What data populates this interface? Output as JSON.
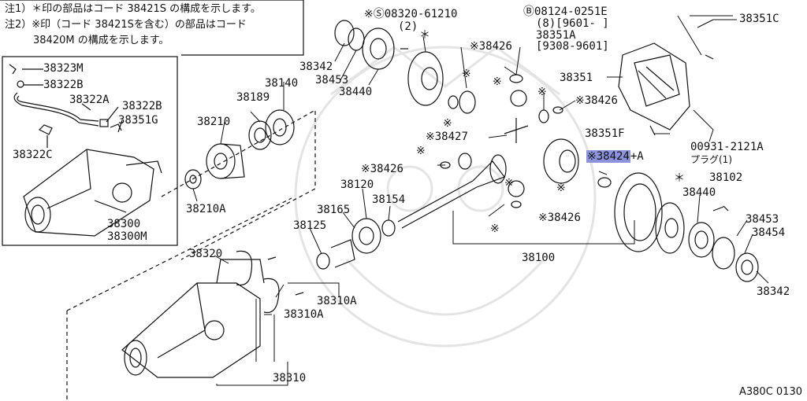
{
  "notes": {
    "line1": "注1）＊印の部品はコード 38421S の構成を示します。",
    "line2": "注2）※印（コード 38421Sを含む）の部品はコード",
    "line3": "38420M の構成を示します。"
  },
  "labels": {
    "p38323M": "38323M",
    "p38322B_a": "38322B",
    "p38322A": "38322A",
    "p38322B_b": "38322B",
    "p38351G": "38351G",
    "p38322C": "38322C",
    "p38300": "38300",
    "p38300M": "38300M",
    "p38342_l": "38342",
    "p38453_l": "38453",
    "p38440_l": "38440",
    "bolt_a": "※Ⓢ08320-61210",
    "bolt_a_qty": "(2)",
    "star_top": "＊",
    "bolt_b": "Ⓑ08124-0251E",
    "bolt_b_l2": "(8)[9601-     ]",
    "bolt_b_l3": "38351A",
    "bolt_b_l4": "[9308-9601]",
    "p38351C": "38351C",
    "p38351": "38351",
    "p38426_a": "※38426",
    "p38426_b": "※38426",
    "p38426_c": "※38426",
    "p38426_d": "※38426",
    "p38351F": "38351F",
    "p38427": "※38427",
    "p38424": "※38424",
    "p38424_suffix": "+A",
    "p00931": "00931-2121A",
    "plug": "プラグ(1)",
    "p38140": "38140",
    "p38189": "38189",
    "p38210": "38210",
    "p38210A": "38210A",
    "p38120": "38120",
    "p38154": "38154",
    "p38165": "38165",
    "p38125": "38125",
    "p38100": "38100",
    "p38102": "38102",
    "star_r": "＊",
    "p38440_r": "38440",
    "p38453_r": "38453",
    "p38454": "38454",
    "p38342_r": "38342",
    "p38320": "38320",
    "p38310A_a": "38310A",
    "p38310A_b": "38310A",
    "p38310": "38310",
    "kome1": "※",
    "kome2": "※",
    "kome3": "※",
    "kome4": "※",
    "kome5": "※",
    "kome6": "※",
    "kome7": "※",
    "kome8": "※"
  },
  "figure_code": "A380C 0130",
  "colors": {
    "line": "#111111",
    "highlight": "#8c93dc",
    "watermark": "#e6e6e6"
  }
}
